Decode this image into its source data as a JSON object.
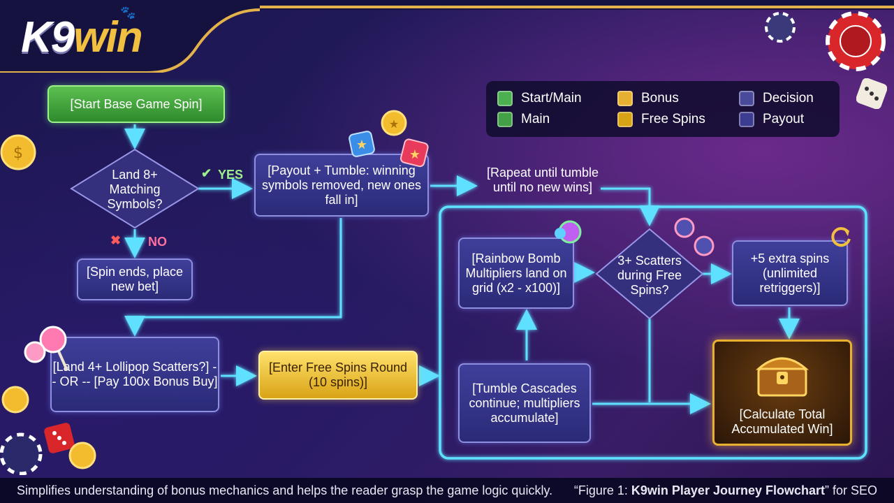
{
  "logo": {
    "part1": "K9",
    "part2": "win"
  },
  "legend": [
    {
      "label": "Start/Main",
      "color": "#4caf50"
    },
    {
      "label": "Main",
      "color": "#43a047"
    },
    {
      "label": "Bonus",
      "color": "#e8b030"
    },
    {
      "label": "Free Spins",
      "color": "#d9a316"
    },
    {
      "label": "Decision",
      "color": "#4a4a9a"
    },
    {
      "label": "Payout",
      "color": "#3c3c90"
    }
  ],
  "nodes": {
    "start": "[Start Base Game Spin]",
    "land8": "Land 8+ Matching Symbols?",
    "payout_tumble": "[Payout + Tumble: winning symbols removed, new ones fall in]",
    "repeat": "[Rapeat until tumble until no new wins]",
    "spin_ends": "[Spin ends, place new bet]",
    "lollipop": "[Land 4+ Lollipop Scatters?] -- OR -- [Pay 100x Bonus Buy]",
    "enter_free": "[Enter Free Spins Round (10 spins)]",
    "rainbow": "[Rainbow Bomb Multipliers land on grid (x2 - x100)]",
    "scatters": "3+ Scatters during Free Spins?",
    "extra": "+5 extra spins (unlimited retriggers)]",
    "tumble": "[Tumble Cascades continue; multipliers accumulate]",
    "calc": "[Calculate Total Accumulated Win]"
  },
  "labels": {
    "yes": "YES",
    "no": "NO"
  },
  "footer": {
    "left": "Simplifies understanding of bonus mechanics and helps the reader grasp the game logic quickly.",
    "right_pre": "“Figure 1: ",
    "right_bold": "K9win Player Journey Flowchart",
    "right_post": "” for SEO"
  }
}
